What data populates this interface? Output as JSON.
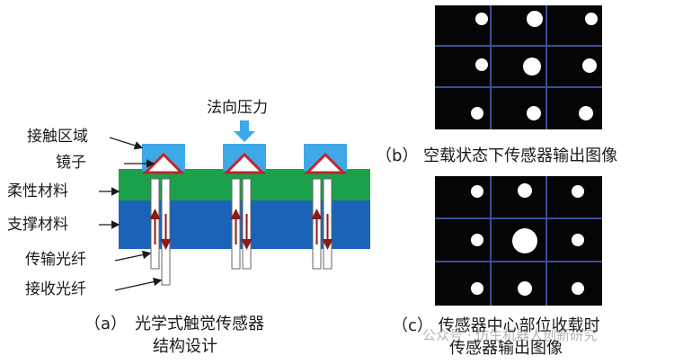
{
  "panel_a": {
    "labels": {
      "contact_area": "接触区域",
      "mirror": "镜子",
      "flexible_material": "柔性材料",
      "support_material": "支撑材料",
      "transmit_fiber": "传输光纤",
      "receive_fiber": "接收光纤",
      "normal_force": "法向压力"
    },
    "caption_letter": "（a）",
    "caption_line1": "光学式触觉传感器",
    "caption_line2": "结构设计"
  },
  "panel_b": {
    "caption": "（b） 空载状态下传感器输出图像"
  },
  "panel_c": {
    "caption_line1": "（c） 传感器中心部位收载时",
    "caption_line2": "传感器输出图像"
  },
  "watermark": "公众号 · 仿生机器人创新研究",
  "colors": {
    "contact_blue": "#3fa9e8",
    "flexible_green": "#1aa14a",
    "support_blue": "#1a63b8",
    "mirror_red": "#c0262c",
    "grid_blue": "#3a4f9a"
  },
  "icons": [
    "down-arrow-icon",
    "callout-arrow-icon",
    "fiber-up-arrow-icon",
    "fiber-down-arrow-icon"
  ]
}
